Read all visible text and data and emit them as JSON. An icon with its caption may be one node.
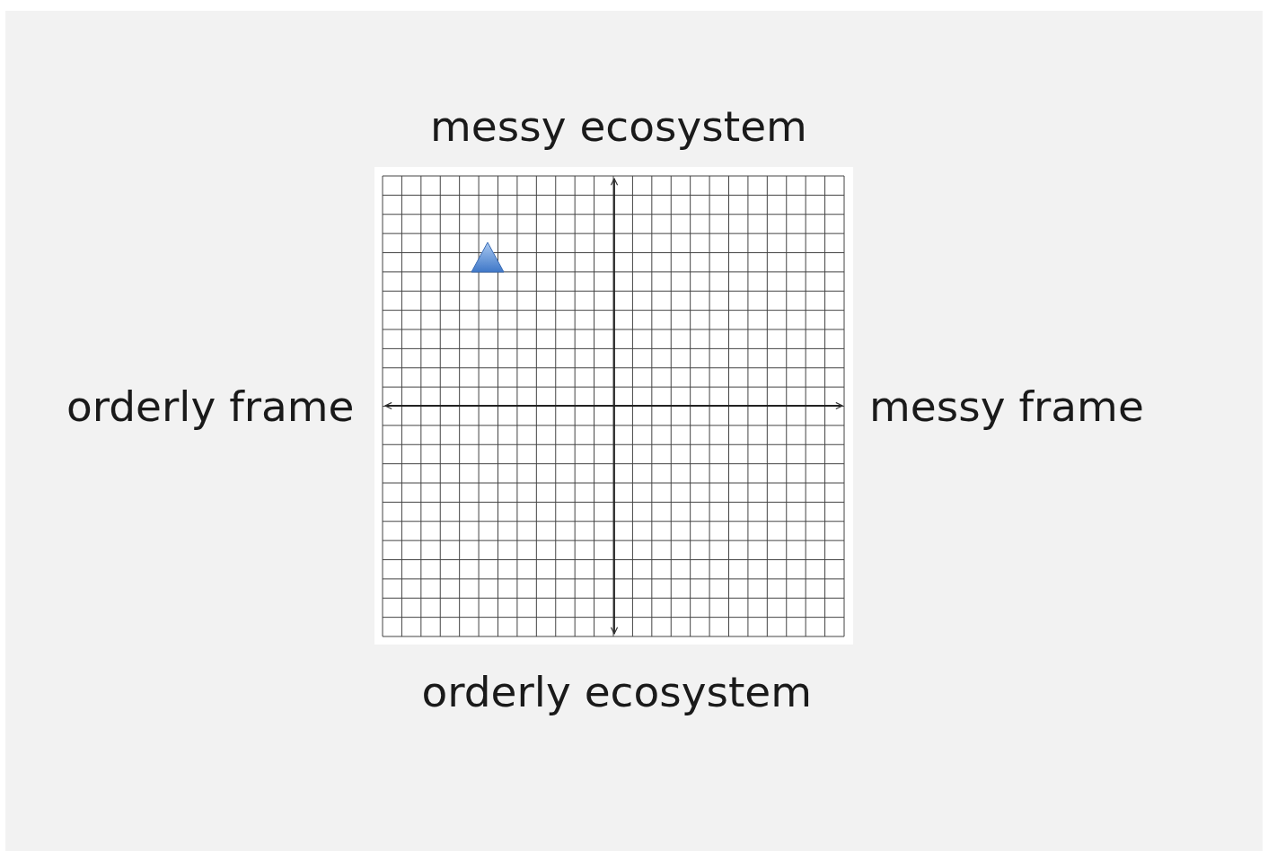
{
  "diagram": {
    "labels": [
      "messy ecosystem",
      "orderly frame",
      "messy frame",
      "orderly ecosystem"
    ]
  }
}
